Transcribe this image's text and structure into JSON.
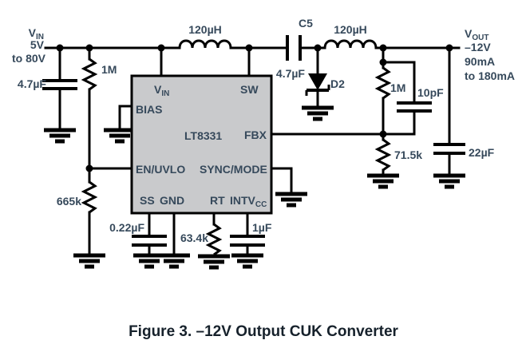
{
  "figure": {
    "caption": "Figure 3. –12V Output CUK Converter"
  },
  "colors": {
    "line": "#000000",
    "label_text": "#36495b",
    "ic_fill": "#c9cacc",
    "caption_text": "#16212b",
    "background": "#ffffff"
  },
  "input": {
    "rail_main": "V",
    "rail_sub": "IN",
    "voltage": "5V",
    "range": "to 80V",
    "cap_value": "4.7µF",
    "divider_top": "1M",
    "divider_bottom": "665k"
  },
  "ic": {
    "part_number": "LT8331",
    "pins": {
      "vin_main": "V",
      "vin_sub": "IN",
      "sw": "SW",
      "bias": "BIAS",
      "fbx": "FBX",
      "en_uvlo": "EN/UVLO",
      "sync_mode": "SYNC/MODE",
      "ss": "SS",
      "gnd": "GND",
      "rt": "RT",
      "intvcc_main": "INTV",
      "intvcc_sub": "CC"
    }
  },
  "power_path": {
    "inductor1": "120µH",
    "coupling_cap_ref": "C5",
    "coupling_cap_value": "4.7µF",
    "diode_ref": "D2",
    "inductor2": "120µH"
  },
  "feedback": {
    "top_resistor": "1M",
    "feedforward_cap": "10pF",
    "bottom_resistor": "71.5k"
  },
  "output": {
    "rail_main": "V",
    "rail_sub": "OUT",
    "voltage": "–12V",
    "current_min": "90mA",
    "current_range": "to 180mA",
    "cap_value": "22µF"
  },
  "support": {
    "ss_cap": "0.22µF",
    "rt_resistor": "63.4k",
    "intvcc_cap": "1µF"
  }
}
